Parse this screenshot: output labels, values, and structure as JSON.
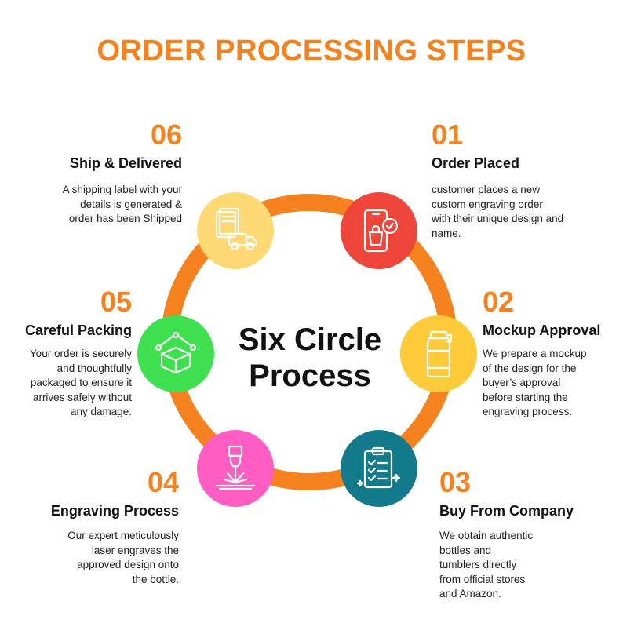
{
  "title": "ORDER PROCESSING STEPS",
  "center_label_line1": "Six Circle",
  "center_label_line2": "Process",
  "colors": {
    "accent": "#f5821f",
    "ring": "#f5821f",
    "step01": "#f0453a",
    "step02": "#fdcb3a",
    "step03": "#137a8c",
    "step04": "#ff5cc4",
    "step05": "#3ee04f",
    "step06": "#fdd873"
  },
  "steps": [
    {
      "number": "01",
      "heading": "Order Placed",
      "desc": [
        "customer places a new",
        "custom engraving order",
        "with their unique design and",
        "name."
      ],
      "icon": "phone-shopping-bag-icon"
    },
    {
      "number": "02",
      "heading": "Mockup Approval",
      "desc": [
        "We prepare a mockup",
        "of the design for the",
        "buyer’s approval",
        "before starting the",
        "engraving process."
      ],
      "icon": "bottle-icon"
    },
    {
      "number": "03",
      "heading": "Buy From Company",
      "desc": [
        "We obtain authentic",
        "bottles and",
        "tumblers directly",
        "from official stores",
        "and Amazon."
      ],
      "icon": "clipboard-checklist-icon"
    },
    {
      "number": "04",
      "heading": "Engraving Process",
      "desc": [
        "Our expert meticulously",
        "laser engraves the",
        "approved design onto",
        "the bottle."
      ],
      "icon": "laser-engraver-icon"
    },
    {
      "number": "05",
      "heading": "Careful Packing",
      "desc": [
        "Your order is securely",
        "and thoughtfully",
        "packaged to ensure it",
        "arrives safely without",
        "any damage."
      ],
      "icon": "package-box-icon"
    },
    {
      "number": "06",
      "heading": "Ship & Delivered",
      "desc": [
        "A shipping label with your",
        "details is generated &",
        "order has been Shipped"
      ],
      "icon": "delivery-truck-icon"
    }
  ]
}
